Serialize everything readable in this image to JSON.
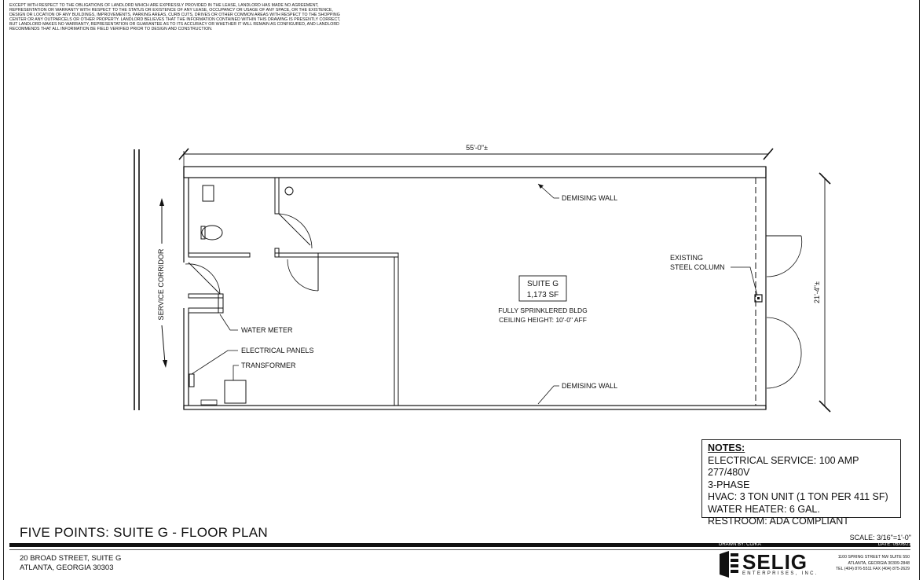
{
  "disclaimer": "EXCEPT WITH RESPECT TO THE OBLIGATIONS OF LANDLORD WHICH ARE EXPRESSLY PROVIDED IN THE LEASE, LANDLORD HAS MADE NO AGREEMENT, REPRESENTATION OR WARRANTY WITH RESPECT TO THE STATUS OR EXISTENCE OF ANY LEASE, OCCUPANCY OR USAGE OF ANY SPACE, OR THE EXISTENCE, DESIGN OR LOCATION OF ANY BUILDINGS, IMPROVEMENTS, PARKING AREAS, CURB CUTS, DRIVES OR OTHER COMMON AREAS WITH RESPECT TO THE SHOPPING CENTER OR ANY OUTPARCELS OR OTHER PROPERTY. LANDLORD BELIEVES THAT THE INFORMATION CONTAINED WITHIN THIS DRAWING IS PRESENTLY CORRECT, BUT LANDLORD MAKES NO WARRANTY, REPRESENTATION OR GUARANTEE AS TO ITS ACCURACY OR WHETHER IT WILL REMAIN AS CONFIGURED, AND LANDLORD RECOMMENDS THAT ALL INFORMATION BE FIELD VERIFIED PRIOR TO DESIGN AND CONSTRUCTION.",
  "plan": {
    "width_dim": "55'-0\"±",
    "depth_dim": "21'-4\"±",
    "service_corridor": "SERVICE CORRIDOR",
    "demising_wall_top": "DEMISING WALL",
    "demising_wall_bottom": "DEMISING WALL",
    "steel_column_1": "EXISTING",
    "steel_column_2": "STEEL COLUMN",
    "suite_name": "SUITE G",
    "suite_area": "1,173 SF",
    "sprinkler": "FULLY SPRINKLERED BLDG",
    "ceiling": "CEILING HEIGHT: 10'-0\" AFF",
    "water_meter": "WATER METER",
    "electrical_panels": "ELECTRICAL PANELS",
    "transformer": "TRANSFORMER"
  },
  "notes": {
    "heading": "NOTES:",
    "line1": "ELECTRICAL SERVICE: 100 AMP 277/480V",
    "line2": "3-PHASE",
    "line3": "HVAC: 3 TON UNIT (1 TON PER 411 SF)",
    "line4": "WATER HEATER: 6 GAL.",
    "line5": "RESTROOM: ADA COMPLIANT"
  },
  "title": "FIVE POINTS: SUITE G - FLOOR PLAN",
  "scale": "SCALE: 3/16\"=1'-0\"",
  "drawn_by": "DRAWN BY: CO/KA",
  "date": "DATE: 05/06/21",
  "address": {
    "line1": "20 BROAD STREET, SUITE G",
    "line2": "ATLANTA, GEORGIA  30303"
  },
  "company": {
    "name": "SELIG",
    "sub": "ENTERPRISES, INC.",
    "addr1": "1100 SPRING STREET NW SUITE 550",
    "addr2": "ATLANTA, GEORGIA 30309-2848",
    "addr3": "TEL (404) 876-5511 FAX (404) 875-2629"
  }
}
